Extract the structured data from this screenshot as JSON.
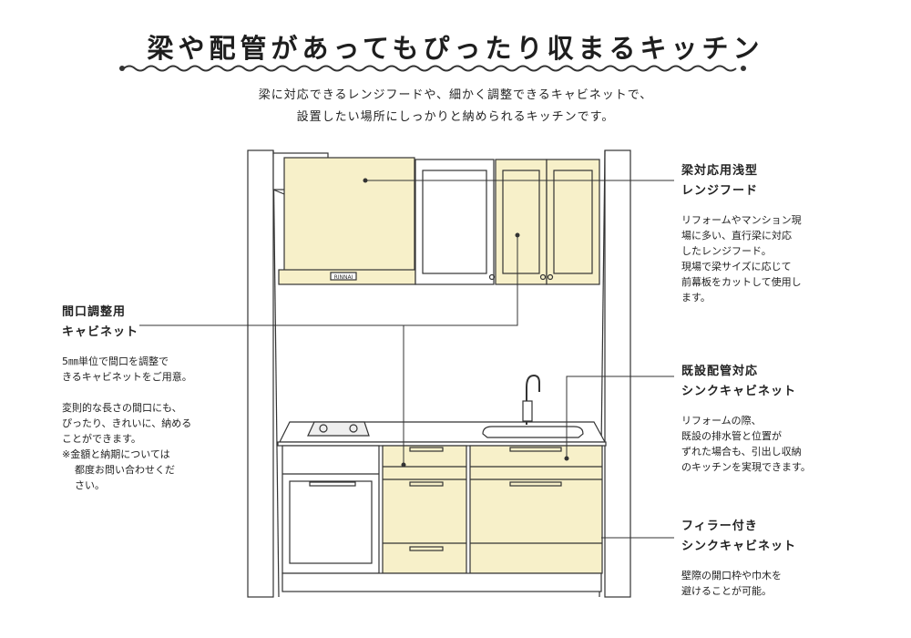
{
  "header": {
    "title": "梁や配管があってもぴったり収まるキッチン",
    "subtitle_lines": [
      "梁に対応できるレンジフードや、細かく調整できるキャビネットで、",
      "設置したい場所にしっかりと納められるキッチンです。"
    ]
  },
  "colors": {
    "highlight": "#f7f0c9",
    "line": "#333333"
  },
  "diagram": {
    "hood_label": "RINNAI"
  },
  "callouts": {
    "hood": {
      "title": [
        "梁対応用浅型",
        "レンジフード"
      ],
      "body": "リフォームやマンション現\n場に多い、直行梁に対応\nしたレンジフード。\n現場で梁サイズに応じて\n前幕板をカットして使用し\nます。"
    },
    "frontage": {
      "title": [
        "間口調整用",
        "キャビネット"
      ],
      "body": "5㎜単位で間口を調整で\nきるキャビネットをご用意。\n\n変則的な長さの間口にも、\nぴったり、きれいに、納める\nことができます。",
      "note": "※金額と納期については\n都度お問い合わせくだ\nさい。"
    },
    "piping": {
      "title": [
        "既設配管対応",
        "シンクキャビネット"
      ],
      "body": "リフォームの際、\n既設の排水管と位置が\nずれた場合も、引出し収納\nのキッチンを実現できます。"
    },
    "filler": {
      "title": [
        "フィラー付き",
        "シンクキャビネット"
      ],
      "body": "壁際の開口枠や巾木を\n避けることが可能。"
    }
  }
}
